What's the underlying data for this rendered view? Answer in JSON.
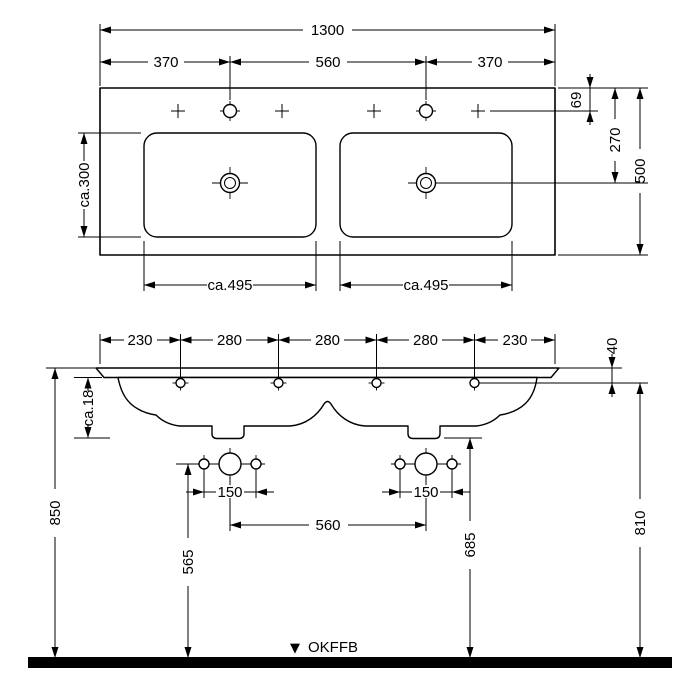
{
  "top_view": {
    "overall_width": "1300",
    "width_segments": [
      "370",
      "560",
      "370"
    ],
    "bowl_depth": "ca.300",
    "tap_hole_offset": "69",
    "drain_offset": "270",
    "overall_depth": "500",
    "bowl_widths": [
      "ca.495",
      "ca.495"
    ]
  },
  "front_view": {
    "hole_spacing_segments": [
      "230",
      "280",
      "280",
      "280",
      "230"
    ],
    "rim_height": "40",
    "body_height": "ca.18",
    "fixing_pair_spacings": [
      "150",
      "150"
    ],
    "fixing_center_distance": "560",
    "height_top_edge": "850",
    "height_fixing_holes": "565",
    "height_trap": "685",
    "height_overflow": "810",
    "datum_symbol": "▼",
    "datum_label": "OKFFB"
  }
}
